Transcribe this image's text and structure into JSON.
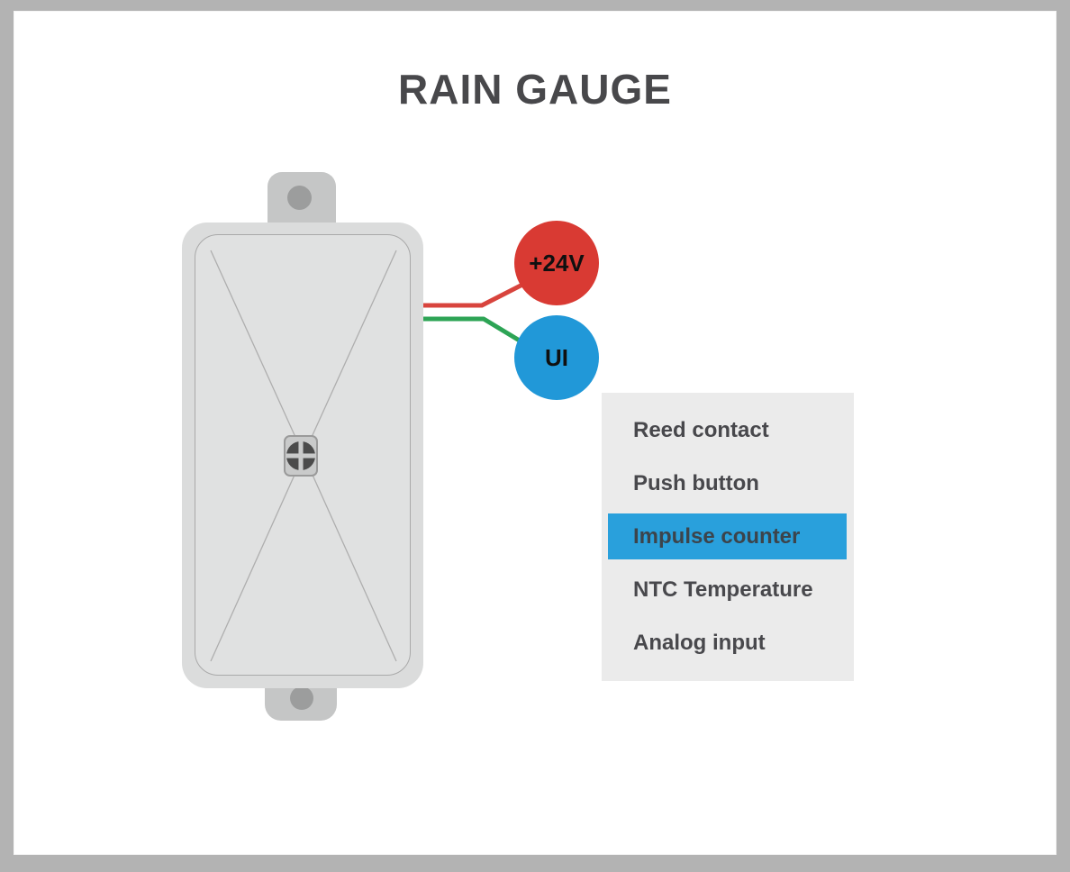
{
  "title": "RAIN GAUGE",
  "terminals": {
    "power": {
      "label": "+24V",
      "color": "#d93a33",
      "wire_color": "#d8443d"
    },
    "input": {
      "label": "UI",
      "color": "#2198d8",
      "wire_color": "#2da455"
    }
  },
  "menu": {
    "items": [
      {
        "label": "Reed contact"
      },
      {
        "label": "Push button"
      },
      {
        "label": "Impulse counter"
      },
      {
        "label": "NTC Temperature"
      },
      {
        "label": "Analog input"
      }
    ],
    "selected": "Impulse counter",
    "highlight_color": "#29a0dc",
    "panel_color": "#ebebeb"
  },
  "colors": {
    "frame": "#b3b3b3",
    "canvas": "#ffffff",
    "device_body": "#dbdcdc",
    "device_panel": "#e0e1e1",
    "device_tab": "#c5c6c6",
    "title_text": "#48484b",
    "menu_text": "#48484c"
  }
}
